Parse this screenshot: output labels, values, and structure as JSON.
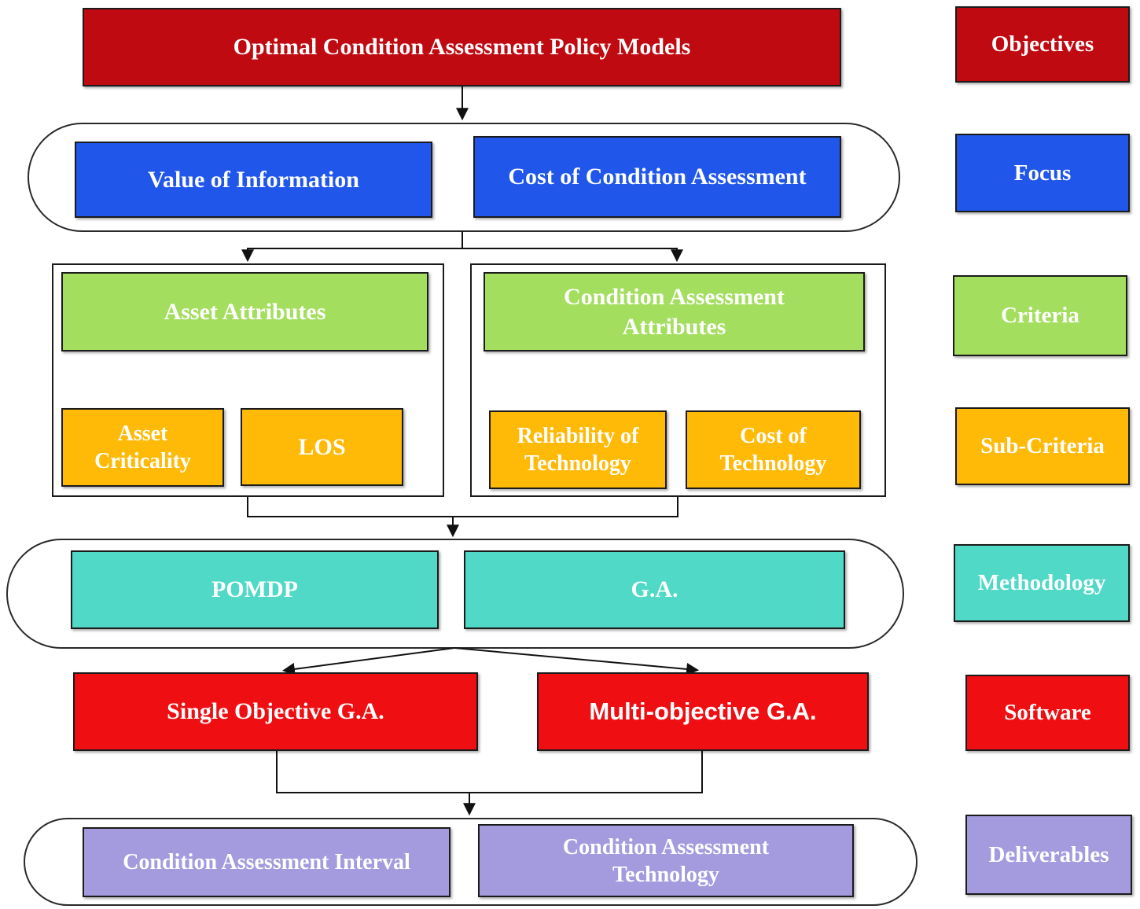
{
  "palette": {
    "objectives": "#C00A12",
    "focus": "#2057EA",
    "criteria": "#A4DE5F",
    "sub_criteria": "#FFBA08",
    "methodology": "#4FD9C6",
    "software": "#EF0E11",
    "deliverables": "#A49BDE",
    "connector": "#111111",
    "background": "#FFFFFF"
  },
  "flow": {
    "objectives": {
      "box": "Optimal Condition Assessment Policy Models",
      "label": "Objectives"
    },
    "focus": {
      "boxes": [
        "Value of Information",
        "Cost of Condition Assessment"
      ],
      "label": "Focus"
    },
    "criteria": {
      "boxes": [
        "Asset Attributes",
        "Condition Assessment Attributes"
      ],
      "label": "Criteria"
    },
    "sub_criteria": {
      "boxes": [
        "Asset Criticality",
        "LOS",
        "Reliability of Technology",
        "Cost of Technology"
      ],
      "label": "Sub-Criteria"
    },
    "methodology": {
      "boxes": [
        "POMDP",
        "G.A."
      ],
      "label": "Methodology"
    },
    "software": {
      "boxes": [
        "Single Objective G.A.",
        "Multi-objective G.A."
      ],
      "label": "Software"
    },
    "deliverables": {
      "boxes": [
        "Condition Assessment Interval",
        "Condition Assessment Technology"
      ],
      "label": "Deliverables"
    }
  }
}
